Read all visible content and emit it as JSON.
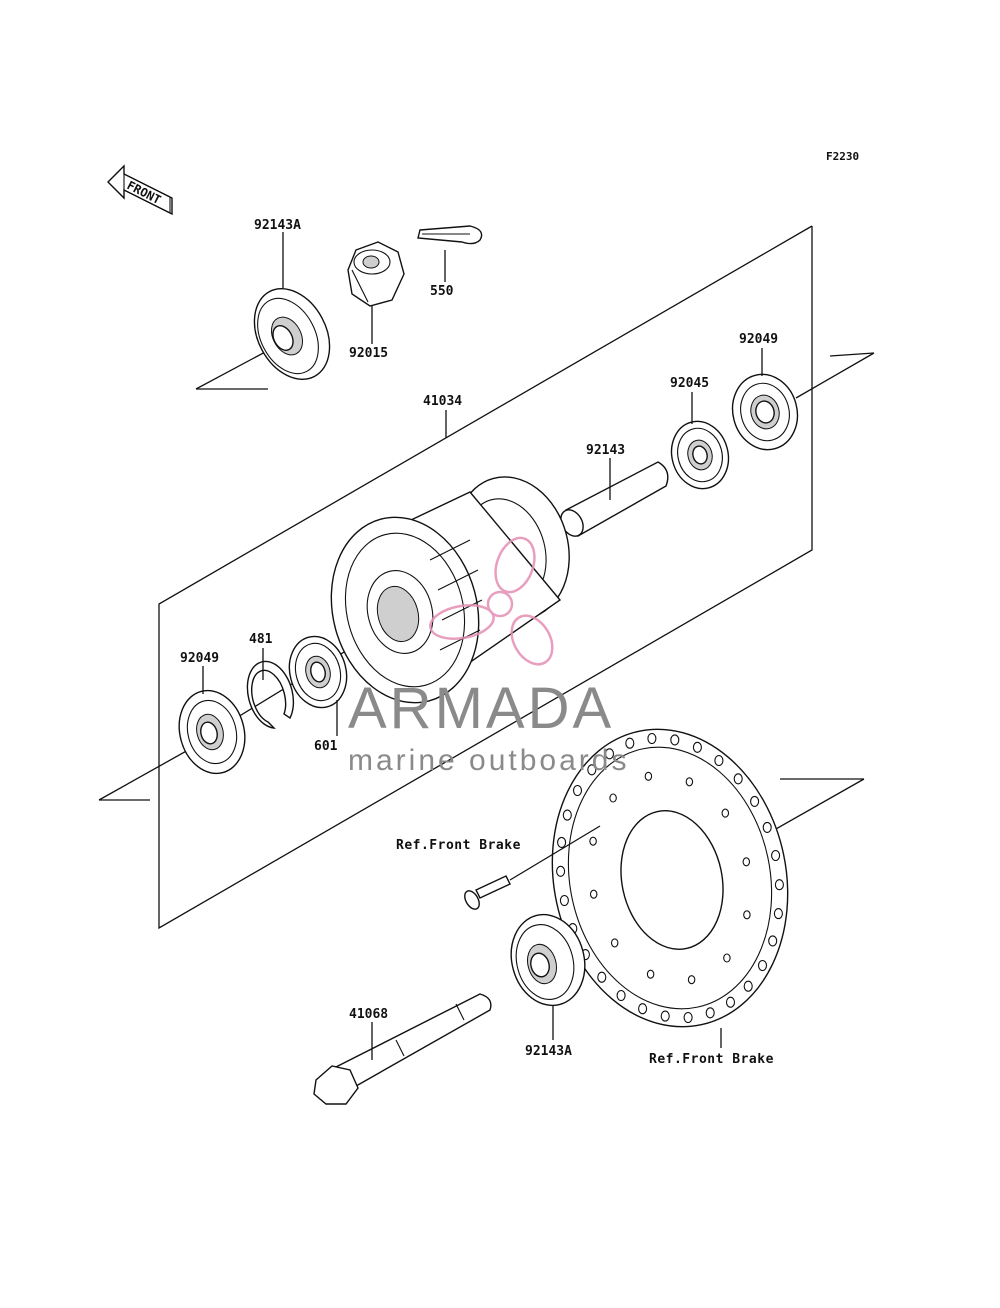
{
  "figure_code": "F2230",
  "front_marker": "FRONT",
  "watermark": {
    "brand": "ARMADA",
    "tagline": "marine outboards",
    "colors": {
      "text": "#8a8a8a",
      "logo": "#e58fb5"
    }
  },
  "parts": [
    {
      "number": "92143A"
    },
    {
      "number": "92015"
    },
    {
      "number": "550"
    },
    {
      "number": "41034"
    },
    {
      "number": "92049"
    },
    {
      "number": "92045"
    },
    {
      "number": "92143"
    },
    {
      "number": "92049"
    },
    {
      "number": "481"
    },
    {
      "number": "601"
    },
    {
      "number": "41068"
    },
    {
      "number": "92143A"
    }
  ],
  "references": [
    {
      "text": "Ref.Front Brake"
    },
    {
      "text": "Ref.Front Brake"
    }
  ]
}
